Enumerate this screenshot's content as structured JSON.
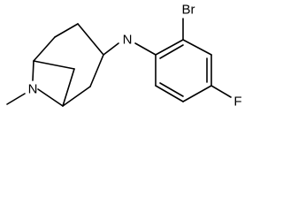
{
  "molecule": {
    "atoms": {
      "bridge_nitrogen": "N",
      "amine_nitrogen": "N",
      "bromine": "Br",
      "fluorine": "F"
    }
  }
}
